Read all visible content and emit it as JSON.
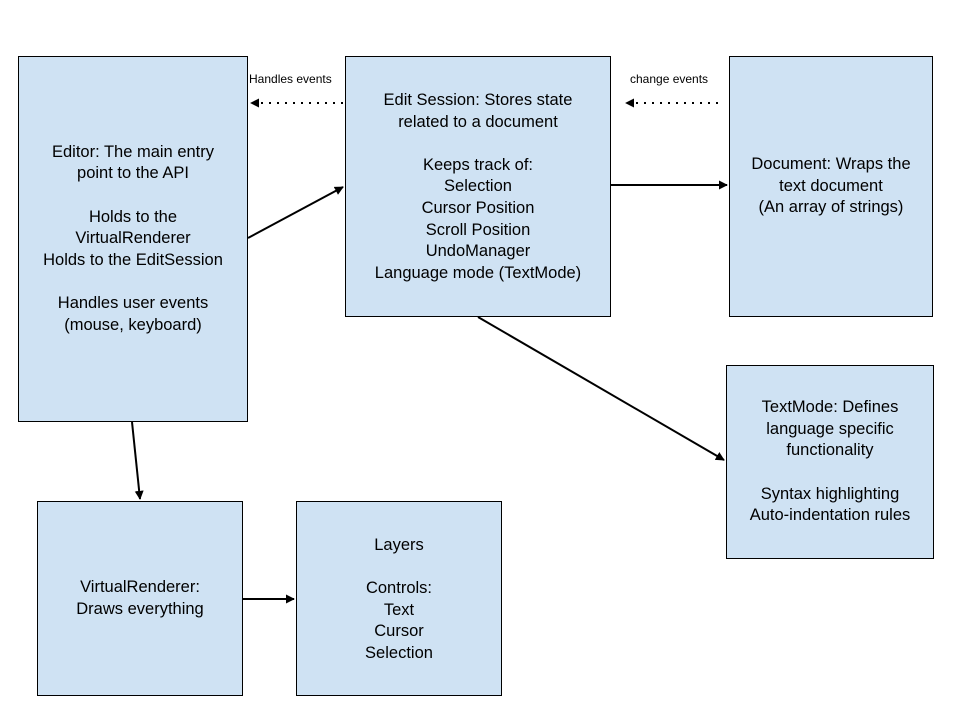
{
  "nodes": {
    "editor": {
      "lines": [
        "Editor: The main entry",
        "point to the API",
        "",
        "Holds to the",
        "VirtualRenderer",
        "Holds to the EditSession",
        "",
        "Handles user events",
        "(mouse, keyboard)"
      ]
    },
    "session": {
      "lines": [
        "Edit Session: Stores state",
        "related to a document",
        "",
        "Keeps track of:",
        "Selection",
        "Cursor Position",
        "Scroll Position",
        "UndoManager",
        "Language mode (TextMode)"
      ]
    },
    "document": {
      "lines": [
        "Document: Wraps the",
        "text document",
        "(An array of strings)"
      ]
    },
    "textmode": {
      "lines": [
        "TextMode: Defines",
        "language specific",
        "functionality",
        "",
        "Syntax highlighting",
        "Auto-indentation rules"
      ]
    },
    "renderer": {
      "lines": [
        "VirtualRenderer:",
        "Draws everything"
      ]
    },
    "layers": {
      "lines": [
        "Layers",
        "",
        "Controls:",
        "Text",
        "Cursor",
        "Selection"
      ]
    }
  },
  "edges": {
    "handles_events": {
      "label": "Handles events"
    },
    "change_events": {
      "label": "change events"
    }
  },
  "colors": {
    "node_fill": "#cfe2f3",
    "stroke": "#000000"
  }
}
